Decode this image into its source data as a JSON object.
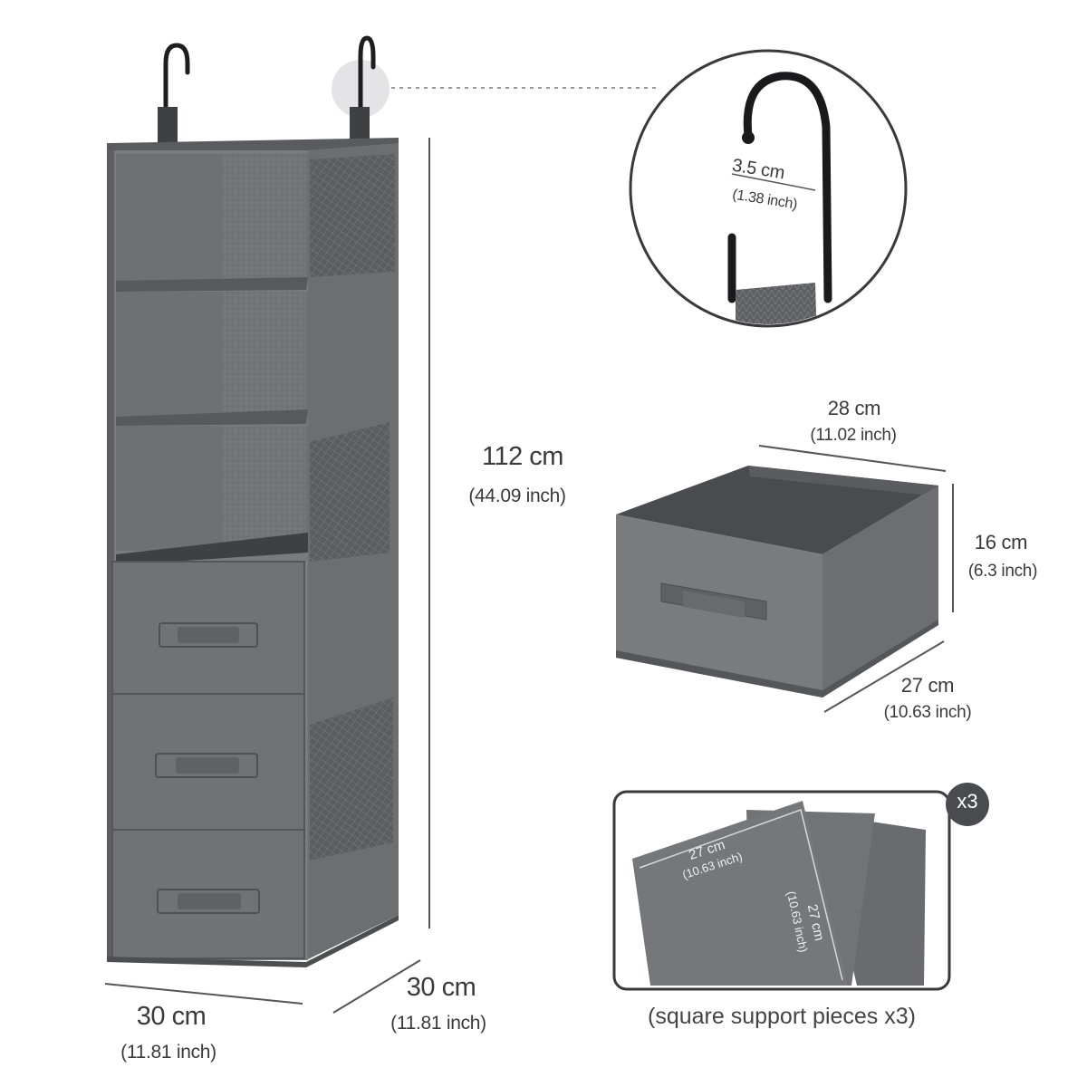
{
  "hook_detail": {
    "width_cm": "3.5 cm",
    "width_inch": "(1.38 inch)"
  },
  "organizer": {
    "height_cm": "112 cm",
    "height_inch": "(44.09 inch)",
    "width_cm": "30 cm",
    "width_inch": "(11.81 inch)",
    "depth_cm": "30 cm",
    "depth_inch": "(11.81 inch)"
  },
  "drawer": {
    "width_cm": "28 cm",
    "width_inch": "(11.02 inch)",
    "height_cm": "16 cm",
    "height_inch": "(6.3 inch)",
    "depth_cm": "27 cm",
    "depth_inch": "(10.63 inch)"
  },
  "support_pieces": {
    "quantity_badge": "x3",
    "side_a_cm": "27 cm",
    "side_a_inch": "(10.63 inch)",
    "side_b_cm": "27 cm",
    "side_b_inch": "(10.63 inch)",
    "caption": "(square support pieces x3)"
  },
  "colors": {
    "fabric": "#6e6f73",
    "fabric_dark": "#4f5054",
    "fabric_light": "#8a8b8f",
    "mesh": "#5a5b5e",
    "dimension_line": "#555555"
  }
}
